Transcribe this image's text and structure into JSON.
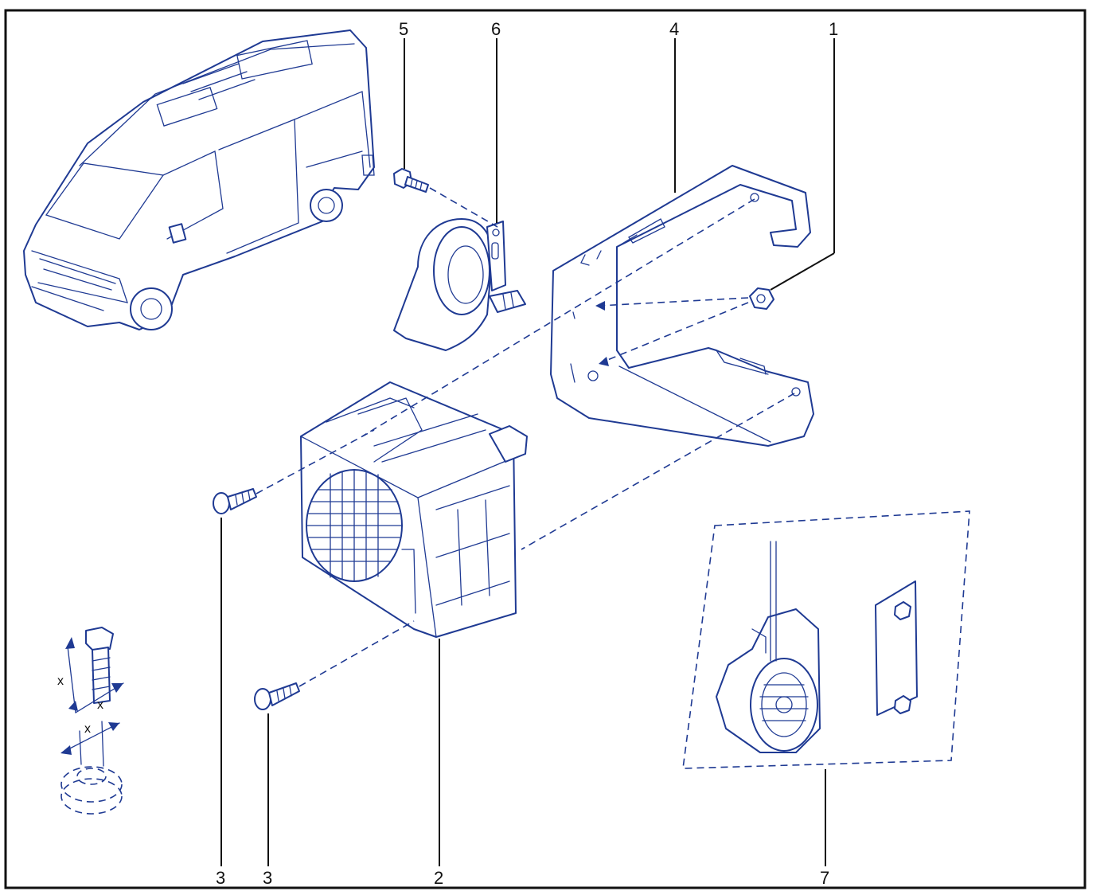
{
  "callouts": [
    {
      "id": "5",
      "label": "5"
    },
    {
      "id": "6",
      "label": "6"
    },
    {
      "id": "4",
      "label": "4"
    },
    {
      "id": "1",
      "label": "1"
    },
    {
      "id": "3a",
      "label": "3"
    },
    {
      "id": "3b",
      "label": "3"
    },
    {
      "id": "2",
      "label": "2"
    },
    {
      "id": "7",
      "label": "7"
    }
  ],
  "dimension": {
    "label": "x"
  },
  "colors": {
    "line": "#1f3a93",
    "text": "#111111",
    "frame": "#111111"
  }
}
